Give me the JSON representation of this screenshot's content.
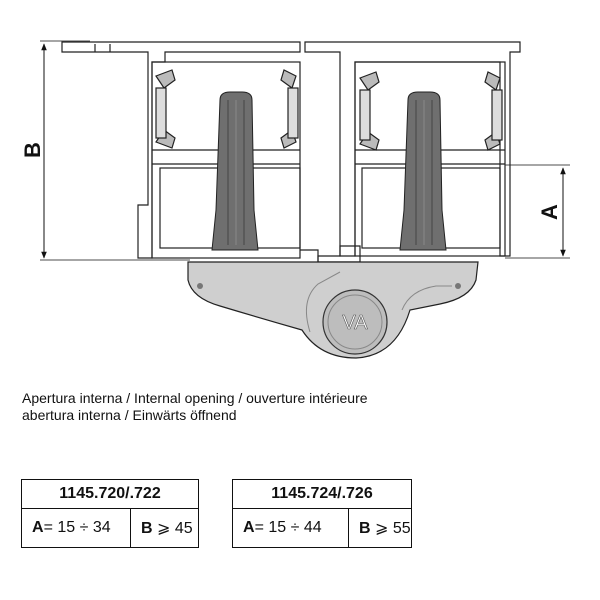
{
  "diagram": {
    "dim_b": "B",
    "dim_a": "A",
    "logo": "VA"
  },
  "captions": [
    "Apertura interna / Internal opening / ouverture intérieure",
    "abertura interna / Einwärts öffnend"
  ],
  "tables": [
    {
      "code": "1145.720/.722",
      "a_label": "A",
      "a_value": "= 15 ÷ 34",
      "b_label": "B",
      "b_value": "⩾ 45"
    },
    {
      "code": "1145.724/.726",
      "a_label": "A",
      "a_value": "= 15 ÷ 44",
      "b_label": "B",
      "b_value": "⩾ 55"
    }
  ]
}
